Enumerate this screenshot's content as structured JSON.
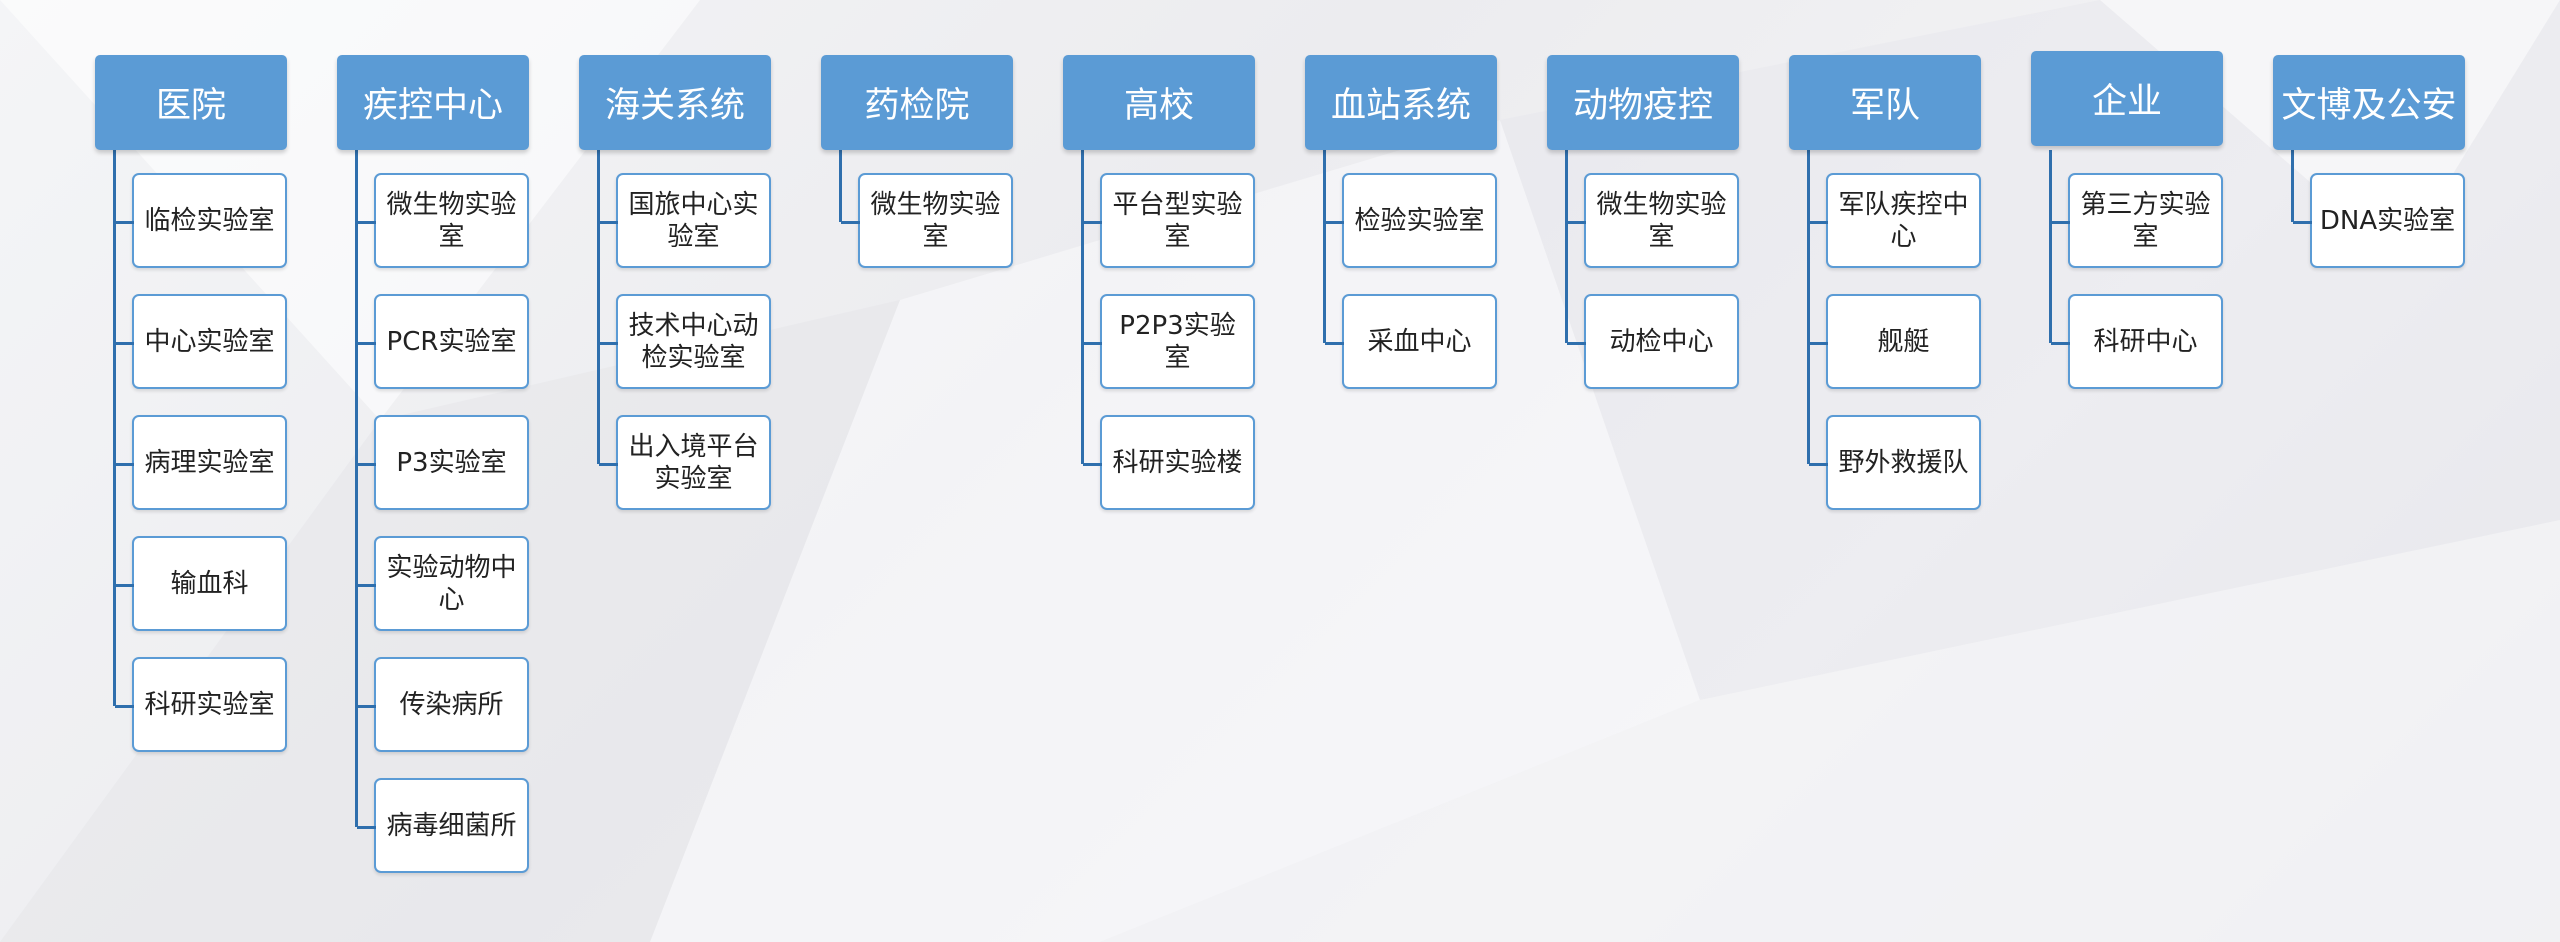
{
  "diagram": {
    "columns": [
      {
        "title": "医院",
        "items": [
          "临检实验室",
          "中心实验室",
          "病理实验室",
          "输血科",
          "科研实验室"
        ]
      },
      {
        "title": "疾控中心",
        "items": [
          "微生物实验室",
          "PCR实验室",
          "P3实验室",
          "实验动物中心",
          "传染病所",
          "病毒细菌所"
        ]
      },
      {
        "title": "海关系统",
        "items": [
          "国旅中心实验室",
          "技术中心动检实验室",
          "出入境平台实验室"
        ]
      },
      {
        "title": "药检院",
        "items": [
          "微生物实验室"
        ]
      },
      {
        "title": "高校",
        "items": [
          "平台型实验室",
          "P2P3实验室",
          "科研实验楼"
        ]
      },
      {
        "title": "血站系统",
        "items": [
          "检验实验室",
          "采血中心"
        ]
      },
      {
        "title": "动物疫控",
        "items": [
          "微生物实验室",
          "动检中心"
        ]
      },
      {
        "title": "军队",
        "items": [
          "军队疾控中心",
          "舰艇",
          "野外救援队"
        ]
      },
      {
        "title": "企业",
        "items": [
          "第三方实验室",
          "科研中心"
        ]
      },
      {
        "title": "文博及公安",
        "items": [
          "DNA实验室"
        ]
      }
    ]
  }
}
